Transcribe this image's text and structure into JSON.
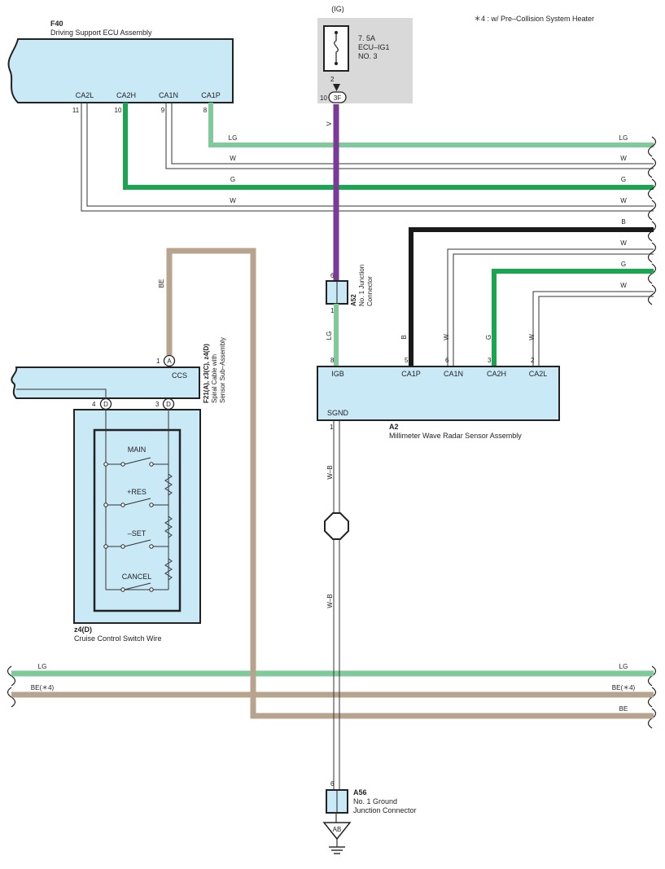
{
  "note": "＊4 : w/ Pre–Collision System Heater",
  "colors": {
    "box_fill": "#c9e9f7",
    "fuse_bg": "#d9d9d9",
    "lg": "#7fc99a",
    "g": "#1aa650",
    "v": "#7b3a96",
    "be": "#b8a48e",
    "b": "#1a1a1a"
  },
  "ig": {
    "label": "(IG)",
    "fuse_rating": "7. 5A",
    "fuse_name": "ECU–IG1",
    "fuse_no": "NO. 3",
    "pin": "2",
    "conn_pin": "10",
    "conn": "3F"
  },
  "f40": {
    "code": "F40",
    "name": "Driving Support ECU Assembly",
    "pins": [
      {
        "label": "CA2L",
        "num": "11"
      },
      {
        "label": "CA2H",
        "num": "10"
      },
      {
        "label": "CA1N",
        "num": "9"
      },
      {
        "label": "CA1P",
        "num": "8"
      }
    ]
  },
  "a2": {
    "code": "A2",
    "name": "Millimeter Wave Radar Sensor Assembly",
    "sgnd": "SGND",
    "sgnd_pin": "1",
    "pins": [
      {
        "label": "IGB",
        "num": "8"
      },
      {
        "label": "CA1P",
        "num": "5"
      },
      {
        "label": "CA1N",
        "num": "6"
      },
      {
        "label": "CA2H",
        "num": "3"
      },
      {
        "label": "CA2L",
        "num": "2"
      }
    ]
  },
  "a52": {
    "code": "A52",
    "name1": "No. 1 Junction",
    "name2": "Connector",
    "pin_top": "6",
    "pin_bot": "1"
  },
  "a56": {
    "code": "A56",
    "name1": "No.  1 Ground",
    "name2": "Junction Connector",
    "pin": "6"
  },
  "ground": {
    "label": "AB"
  },
  "spiral": {
    "code": "F21(A), z3(C), z4(D)",
    "name1": "Spiral Cable with",
    "name2": "Sensor Sub–Assembly",
    "ccs": "CCS",
    "pin_a": {
      "num": "1",
      "letter": "A"
    },
    "pin_d4": {
      "num": "4",
      "letter": "D"
    },
    "pin_d3": {
      "num": "3",
      "letter": "D"
    }
  },
  "z4": {
    "code": "z4(D)",
    "name": "Cruise Control Switch Wire",
    "switches": [
      "MAIN",
      "+RES",
      "–SET",
      "CANCEL"
    ]
  },
  "wires": {
    "lg": "LG",
    "w": "W",
    "g": "G",
    "b": "B",
    "v": "V",
    "be": "BE",
    "be4": "BE(＊4)",
    "wb": "W–B"
  }
}
